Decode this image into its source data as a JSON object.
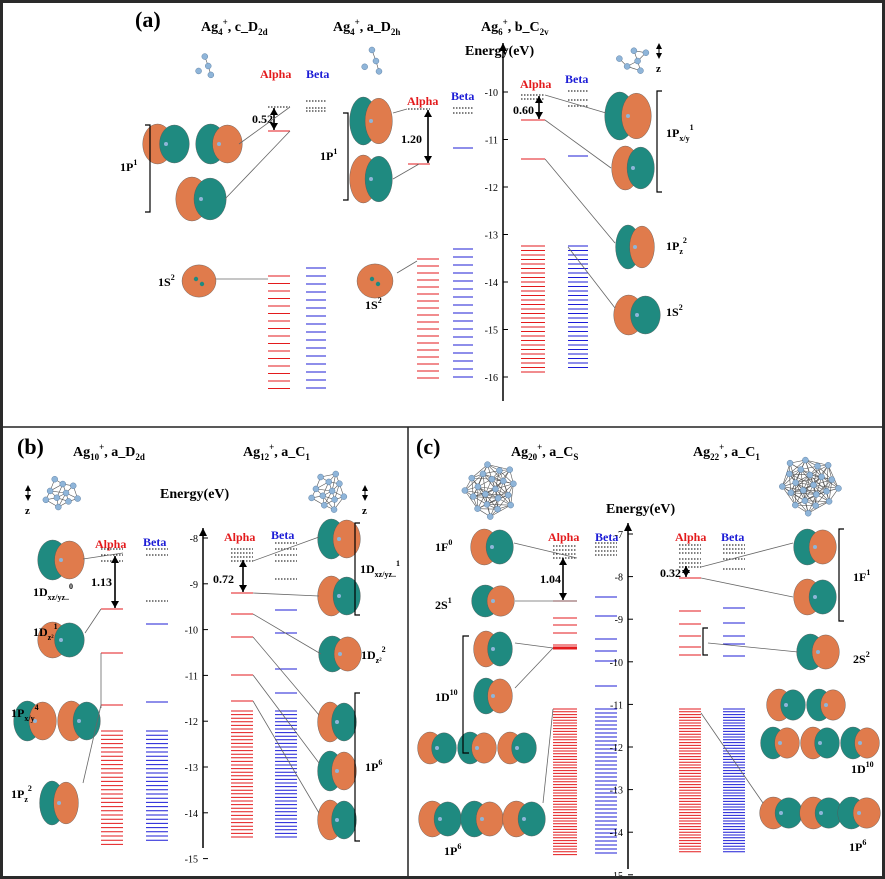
{
  "colors": {
    "alpha": "#e31a1c",
    "beta": "#1c1cd6",
    "orbital_pos": "#e07b4c",
    "orbital_neg": "#1f8a80",
    "atom": "#8fb5d9"
  },
  "panels": {
    "a": {
      "label": "(a)",
      "energy_label": "Energy(eV)",
      "axis_ticks": [
        "-10",
        "-11",
        "-12",
        "-13",
        "-14",
        "-15",
        "-16"
      ],
      "clusters": [
        {
          "title_main": "Ag",
          "title_sub": "4",
          "title_sup": "+",
          "title_rest": ", c_D",
          "title_rest_sub": "2d",
          "alpha": "Alpha",
          "beta": "Beta",
          "gap": "0.52",
          "orbital_labels": [
            {
              "main": "1P",
              "sup": "1"
            },
            {
              "main": "1S",
              "sup": "2"
            }
          ]
        },
        {
          "title_main": "Ag",
          "title_sub": "4",
          "title_sup": "+",
          "title_rest": ", a_D",
          "title_rest_sub": "2h",
          "alpha": "Alpha",
          "beta": "Beta",
          "gap": "1.20",
          "orbital_labels": [
            {
              "main": "1P",
              "sup": "1"
            },
            {
              "main": "1S",
              "sup": "2"
            }
          ]
        },
        {
          "title_main": "Ag",
          "title_sub": "6",
          "title_sup": "+",
          "title_rest": ", b_C",
          "title_rest_sub": "2v",
          "alpha": "Alpha",
          "beta": "Beta",
          "gap": "0.60",
          "axis_symbol": "z",
          "orbital_labels": [
            {
              "main": "1P",
              "sub": "x/y",
              "sup": "1"
            },
            {
              "main": "1P",
              "sub": "z",
              "sup": "2"
            },
            {
              "main": "1S",
              "sup": "2"
            }
          ]
        }
      ]
    },
    "b": {
      "label": "(b)",
      "energy_label": "Energy(eV)",
      "axis_ticks": [
        "-8",
        "-9",
        "-10",
        "-11",
        "-12",
        "-13",
        "-14",
        "-15"
      ],
      "clusters": [
        {
          "title_main": "Ag",
          "title_sub": "10",
          "title_sup": "+",
          "title_rest": ", a_D",
          "title_rest_sub": "2d",
          "alpha": "Alpha",
          "beta": "Beta",
          "gap": "1.13",
          "axis_symbol": "z",
          "orbital_labels": [
            {
              "main": "1D",
              "sub": "xz/yz..",
              "sup": "0"
            },
            {
              "main": "1D",
              "sub": "z²",
              "sup": "1"
            },
            {
              "main": "1P",
              "sub": "x/y",
              "sup": "4"
            },
            {
              "main": "1P",
              "sub": "z",
              "sup": "2"
            }
          ]
        },
        {
          "title_main": "Ag",
          "title_sub": "12",
          "title_sup": "+",
          "title_rest": ", a_C",
          "title_rest_sub": "1",
          "alpha": "Alpha",
          "beta": "Beta",
          "gap": "0.72",
          "axis_symbol": "z",
          "orbital_labels": [
            {
              "main": "1D",
              "sub": "xz/yz..",
              "sup": "1"
            },
            {
              "main": "1D",
              "sub": "z²",
              "sup": "2"
            },
            {
              "main": "1P",
              "sup": "6"
            }
          ]
        }
      ]
    },
    "c": {
      "label": "(c)",
      "energy_label": "Energy(eV)",
      "axis_ticks": [
        "-7",
        "-8",
        "-9",
        "-10",
        "-11",
        "-12",
        "-13",
        "-14",
        "-15"
      ],
      "clusters": [
        {
          "title_main": "Ag",
          "title_sub": "20",
          "title_sup": "+",
          "title_rest": ", a_C",
          "title_rest_sub": "S",
          "alpha": "Alpha",
          "beta": "Beta",
          "gap": "1.04",
          "orbital_labels": [
            {
              "main": "1F",
              "sup": "0"
            },
            {
              "main": "2S",
              "sup": "1"
            },
            {
              "main": "1D",
              "sup": "10"
            },
            {
              "main": "1P",
              "sup": "6"
            }
          ]
        },
        {
          "title_main": "Ag",
          "title_sub": "22",
          "title_sup": "+",
          "title_rest": ", a_C",
          "title_rest_sub": "1",
          "alpha": "Alpha",
          "beta": "Beta",
          "gap": "0.32",
          "orbital_labels": [
            {
              "main": "1F",
              "sup": "1"
            },
            {
              "main": "2S",
              "sup": "2"
            },
            {
              "main": "1D",
              "sup": "10"
            },
            {
              "main": "1P",
              "sup": "6"
            }
          ]
        }
      ]
    }
  }
}
